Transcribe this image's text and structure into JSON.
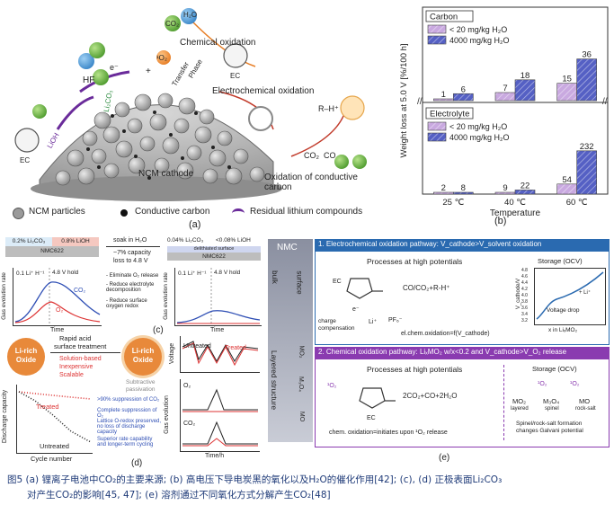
{
  "panel_a": {
    "label": "(a)",
    "molecules": {
      "h2o": "H₂O",
      "co2": "CO₂",
      "hf": "HF",
      "e": "e⁻",
      "plus": "+",
      "o2": "¹O₂",
      "li2co3": "Li₂CO₃",
      "lioh": "LiOH",
      "ec": "EC",
      "ec2": "EC",
      "rh": "R–H⁺",
      "co2b": "CO₂",
      "co": "CO"
    },
    "annotations": {
      "chem_ox": "Chemical oxidation",
      "electrochem_ox": "Electrochemical oxidation",
      "oxidation_cc": "Oxidation of conductive carbon",
      "transfer": "Transfer",
      "phase": "Phase",
      "cathode": "NCM cathode"
    },
    "legend": [
      "NCM particles",
      "Conductive carbon",
      "Residual lithium compounds"
    ]
  },
  "panel_b": {
    "label": "(b)",
    "ylabel": "Weight loss at 5.0 V [%/100 h]",
    "xlabel": "Temperature",
    "groups": [
      {
        "title": "Carbon",
        "legend": [
          "< 20 mg/kg H₂O",
          "4000 mg/kg H₂O"
        ]
      },
      {
        "title": "Electrolyte",
        "legend": [
          "< 20 mg/kg H₂O",
          "4000 mg/kg H₂O"
        ]
      }
    ],
    "categories": [
      "25 ℃",
      "40 ℃",
      "60 ℃"
    ]
  },
  "chart_data": [
    {
      "type": "bar",
      "title": "Carbon",
      "categories": [
        "25 ℃",
        "40 ℃",
        "60 ℃"
      ],
      "series": [
        {
          "name": "< 20 mg/kg H₂O",
          "values": [
            1,
            7,
            15
          ]
        },
        {
          "name": "4000 mg/kg H₂O",
          "values": [
            6,
            18,
            36
          ]
        }
      ],
      "ylabel": "Weight loss at 5.0 V [%/100 h]",
      "xlabel": "Temperature",
      "colors": [
        "#c9a9e0",
        "#5560c4"
      ]
    },
    {
      "type": "bar",
      "title": "Electrolyte",
      "categories": [
        "25 ℃",
        "40 ℃",
        "60 ℃"
      ],
      "series": [
        {
          "name": "< 20 mg/kg H₂O",
          "values": [
            2,
            9,
            54
          ]
        },
        {
          "name": "4000 mg/kg H₂O",
          "values": [
            8,
            22,
            232
          ]
        }
      ],
      "ylabel": "Weight loss at 5.0 V [%/100 h]",
      "xlabel": "Temperature",
      "colors": [
        "#c9a9e0",
        "#5560c4"
      ]
    }
  ],
  "panel_c": {
    "label": "(c)",
    "layer_left": [
      "0.2% Li₂CO₃",
      "0.8% LiOH",
      "NMC622"
    ],
    "layer_right": [
      "0.04% Li₂CO₃",
      "<0.08% LiOH",
      "delithiated surface",
      "NMC622"
    ],
    "step": [
      "soak in H₂O",
      "~7% capacity",
      "loss to 4.8 V"
    ],
    "plot_left": {
      "ylabel": "Gas evolution rate",
      "xlabel": "Time",
      "rate": "0.1 Li⁺ H⁻¹",
      "hold": "4.8 V hold",
      "co2": "CO₂",
      "o2": "O₂"
    },
    "plot_right": {
      "ylabel": "Gas evolution rate",
      "xlabel": "Time",
      "rate": "0.1 Li⁺ H⁻¹",
      "hold": "4.8 V hold"
    },
    "bullets": [
      "- Eliminate O₂ release",
      "- Reduce electrolyte decomposition",
      "- Reduce surface oxygen redox"
    ]
  },
  "panel_d": {
    "label": "(d)",
    "left_oxide": "Li-rich Oxide",
    "right_oxide": "Li-rich Oxide",
    "arrow_title": [
      "Rapid acid",
      "surface treatment"
    ],
    "checks": [
      "Solution-based",
      "Inexpensive",
      "Scalable"
    ],
    "subtractive": [
      "Subtractive",
      "passivation"
    ],
    "discharge": {
      "ylabel": "Discharge capacity",
      "xlabel": "Cycle number",
      "treated": "Treated",
      "untreated": "Untreated"
    },
    "benefits": [
      ">90% suppression of CO₂",
      "Complete suppression of O₂",
      "Lattice O-redox preserved, no loss of discharge capacity",
      "Superior rate capability and longer-term cycling"
    ],
    "voltage": {
      "ylabel": "Voltage",
      "untreated": "Untreated",
      "treated": "Treated"
    },
    "gas": {
      "ylabel": "Gas evolution",
      "o2": "O₂",
      "co2": "CO₂",
      "xlabel": "Time/h"
    }
  },
  "panel_e": {
    "label": "(e)",
    "nmc": "NMC",
    "bulk": "bulk",
    "surface": "surface",
    "layered": "Layered structure",
    "mo2": "MO₂",
    "m3o4": "M₃O₄",
    "mo": "MO",
    "section1": "1. Electrochemical oxidation pathway: V_cathode>V_solvent oxidation",
    "section2": "2. Chemical oxidation pathway: LiₓMO₂ w/x<0.2 and V_cathode>V_O₂ release",
    "processes": "Processes at high potentials",
    "storage": "Storage (OCV)",
    "ec_label": "EC",
    "products1": "CO/CO₂+R-H⁺",
    "products2": "2CO₂+CO+2H₂O",
    "charge_comp": [
      "charge",
      "compensation"
    ],
    "li": "Li⁺",
    "pf6": "PF₆⁻",
    "e": "e⁻",
    "el_chem": "el.chem.oxidation=f(V_cathode)",
    "chem_ox": "chem. oxidation=initiates upon ¹O₂ release",
    "o2": "¹O₂",
    "plot": {
      "ylabel": "V_cathode/V",
      "xlabel": "x in LiₓMO₂",
      "ticks": [
        "4.8",
        "4.6",
        "4.4",
        "4.2",
        "4.0",
        "3.8",
        "3.6",
        "3.4",
        "3.2"
      ],
      "annot": "+ Li⁺",
      "drop": "Voltage drop"
    },
    "phase_chain": {
      "mo2": "MO₂",
      "m3o4": "M₃O₄",
      "mo": "MO",
      "layered": "layered",
      "spinel": "spinel",
      "rocksalt": "rock-salt",
      "o2a": "¹O₂",
      "o2b": "¹O₂"
    },
    "spinel_note": [
      "Spinel/rock-salt formation",
      "changes Galvani potential"
    ]
  },
  "caption": {
    "line1": "图5  (a) 锂离子电池中CO₂的主要来源; (b) 高电压下导电炭黑的氧化以及H₂O的催化作用[42]; (c), (d) 正极表面Li₂CO₃",
    "line2": "对产生CO₂的影响[45, 47]; (e) 溶剂通过不同氧化方式分解产生CO₂[48]"
  }
}
